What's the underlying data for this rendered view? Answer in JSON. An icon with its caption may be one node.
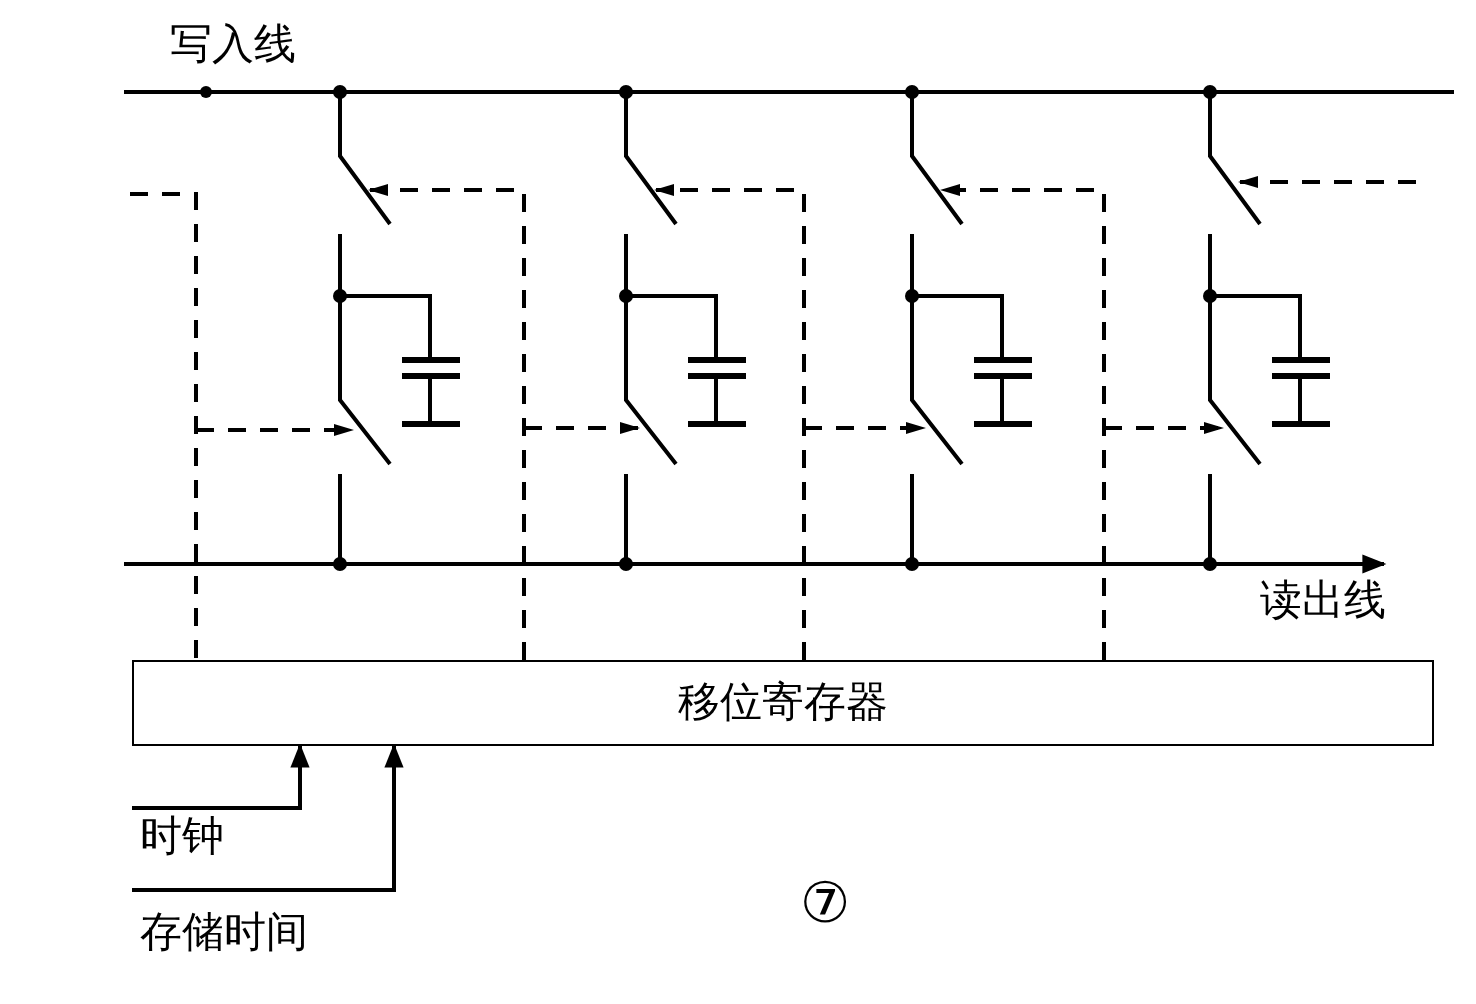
{
  "diagram": {
    "nodes": [
      {
        "text": [
          "移位寄存器"
        ]
      },
      {
        "text": [
          "时钟"
        ]
      },
      {
        "text": [
          "存储时间"
        ]
      }
    ],
    "edges": [
      {
        "from": 1,
        "to": 0,
        "arrow": "to"
      },
      {
        "from": 2,
        "to": 0,
        "arrow": "to"
      }
    ],
    "labels": [
      "写入线",
      "读出线",
      "⑦"
    ]
  }
}
